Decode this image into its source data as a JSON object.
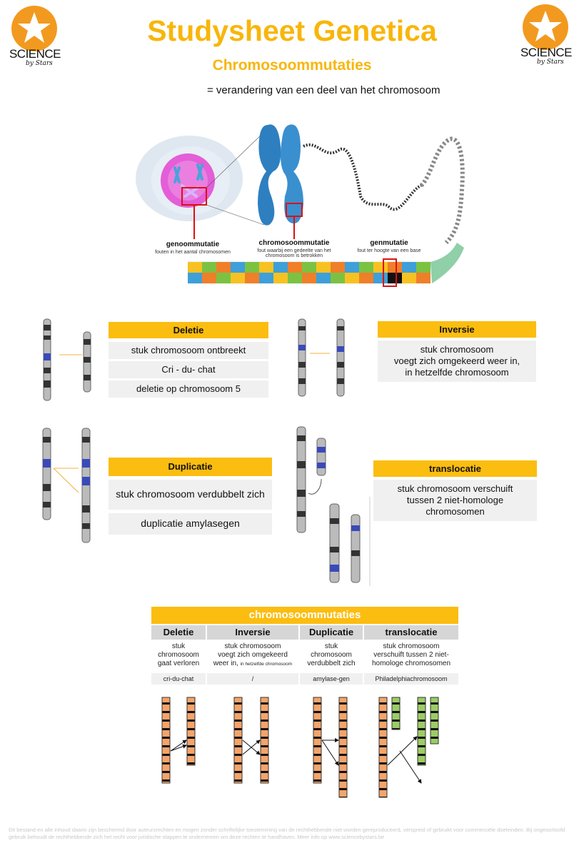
{
  "header": {
    "title": "Studysheet Genetica",
    "subtitle": "Chromosoommutaties",
    "definition": "= verandering van een deel van het chromosoom",
    "logo_left": {
      "text": "SCIENCE",
      "sub": "by Stars"
    },
    "logo_right": {
      "text": "SCIENCE",
      "sub": "by Stars"
    }
  },
  "diagram": {
    "genoom": {
      "title": "genoommutatie",
      "desc": "fouten in het aantal chromosomen"
    },
    "chromosoom": {
      "title": "chromosoommutatie",
      "desc": "fout waarbij een gedeelte van het chromosoom is betrokken"
    },
    "gen": {
      "title": "genmutatie",
      "desc": "fout ter hoogte van een base"
    }
  },
  "boxes": {
    "deletie": {
      "title": "Deletie",
      "lines": [
        "stuk chromosoom ontbreekt",
        "Cri - du- chat",
        "deletie op chromosoom 5"
      ]
    },
    "inversie": {
      "title": "Inversie",
      "text": "stuk chromosoom\nvoegt zich omgekeerd weer in,\nin hetzelfde chromosoom"
    },
    "duplicatie": {
      "title": "Duplicatie",
      "lines": [
        "stuk  chromosoom verdubbelt zich",
        "duplicatie amylasegen"
      ]
    },
    "translocatie": {
      "title": "translocatie",
      "text": "stuk chromosoom verschuift\ntussen 2 niet-homologe\nchromosomen"
    }
  },
  "summary": {
    "title": "chromosoommutaties",
    "columns": [
      "Deletie",
      "Inversie",
      "Duplicatie",
      "translocatie"
    ],
    "descriptions": [
      "stuk\nchromosoom\ngaat verloren",
      "stuk chromosoom\nvoegt zich omgekeerd\nweer in,",
      "stuk\nchromosoom\nverdubbelt zich",
      "stuk chromosoom\nverschuift tussen 2 niet-\nhomologe chromosomen"
    ],
    "inversie_small": "in hetzelfde chromosoom",
    "examples": [
      "cri-du-chat",
      "/",
      "amylase-gen",
      "Philadelphiachromosoom"
    ]
  },
  "footer": "Dit bestand en alle inhoud daarin zijn beschermd door auteursrechten en mogen zonder schriftelijke toestemming van de rechthebbende niet worden gereproduceerd, verspreid of gebruikt voor commerciële doeleinden. Bij ongeoorloofd gebruik behoudt de rechthebbende zich het recht voor juridische stappen te ondernemen om deze rechten te handhaven. Meer info op www.sciencebystars.be",
  "colors": {
    "accent": "#fbbd10",
    "title": "#f8b60a",
    "logo": "#f29a1f",
    "chromosome_blue": "#3a4ab8",
    "chromosome_orange": "#f4a46a",
    "chromosome_green": "#9ccc65"
  }
}
